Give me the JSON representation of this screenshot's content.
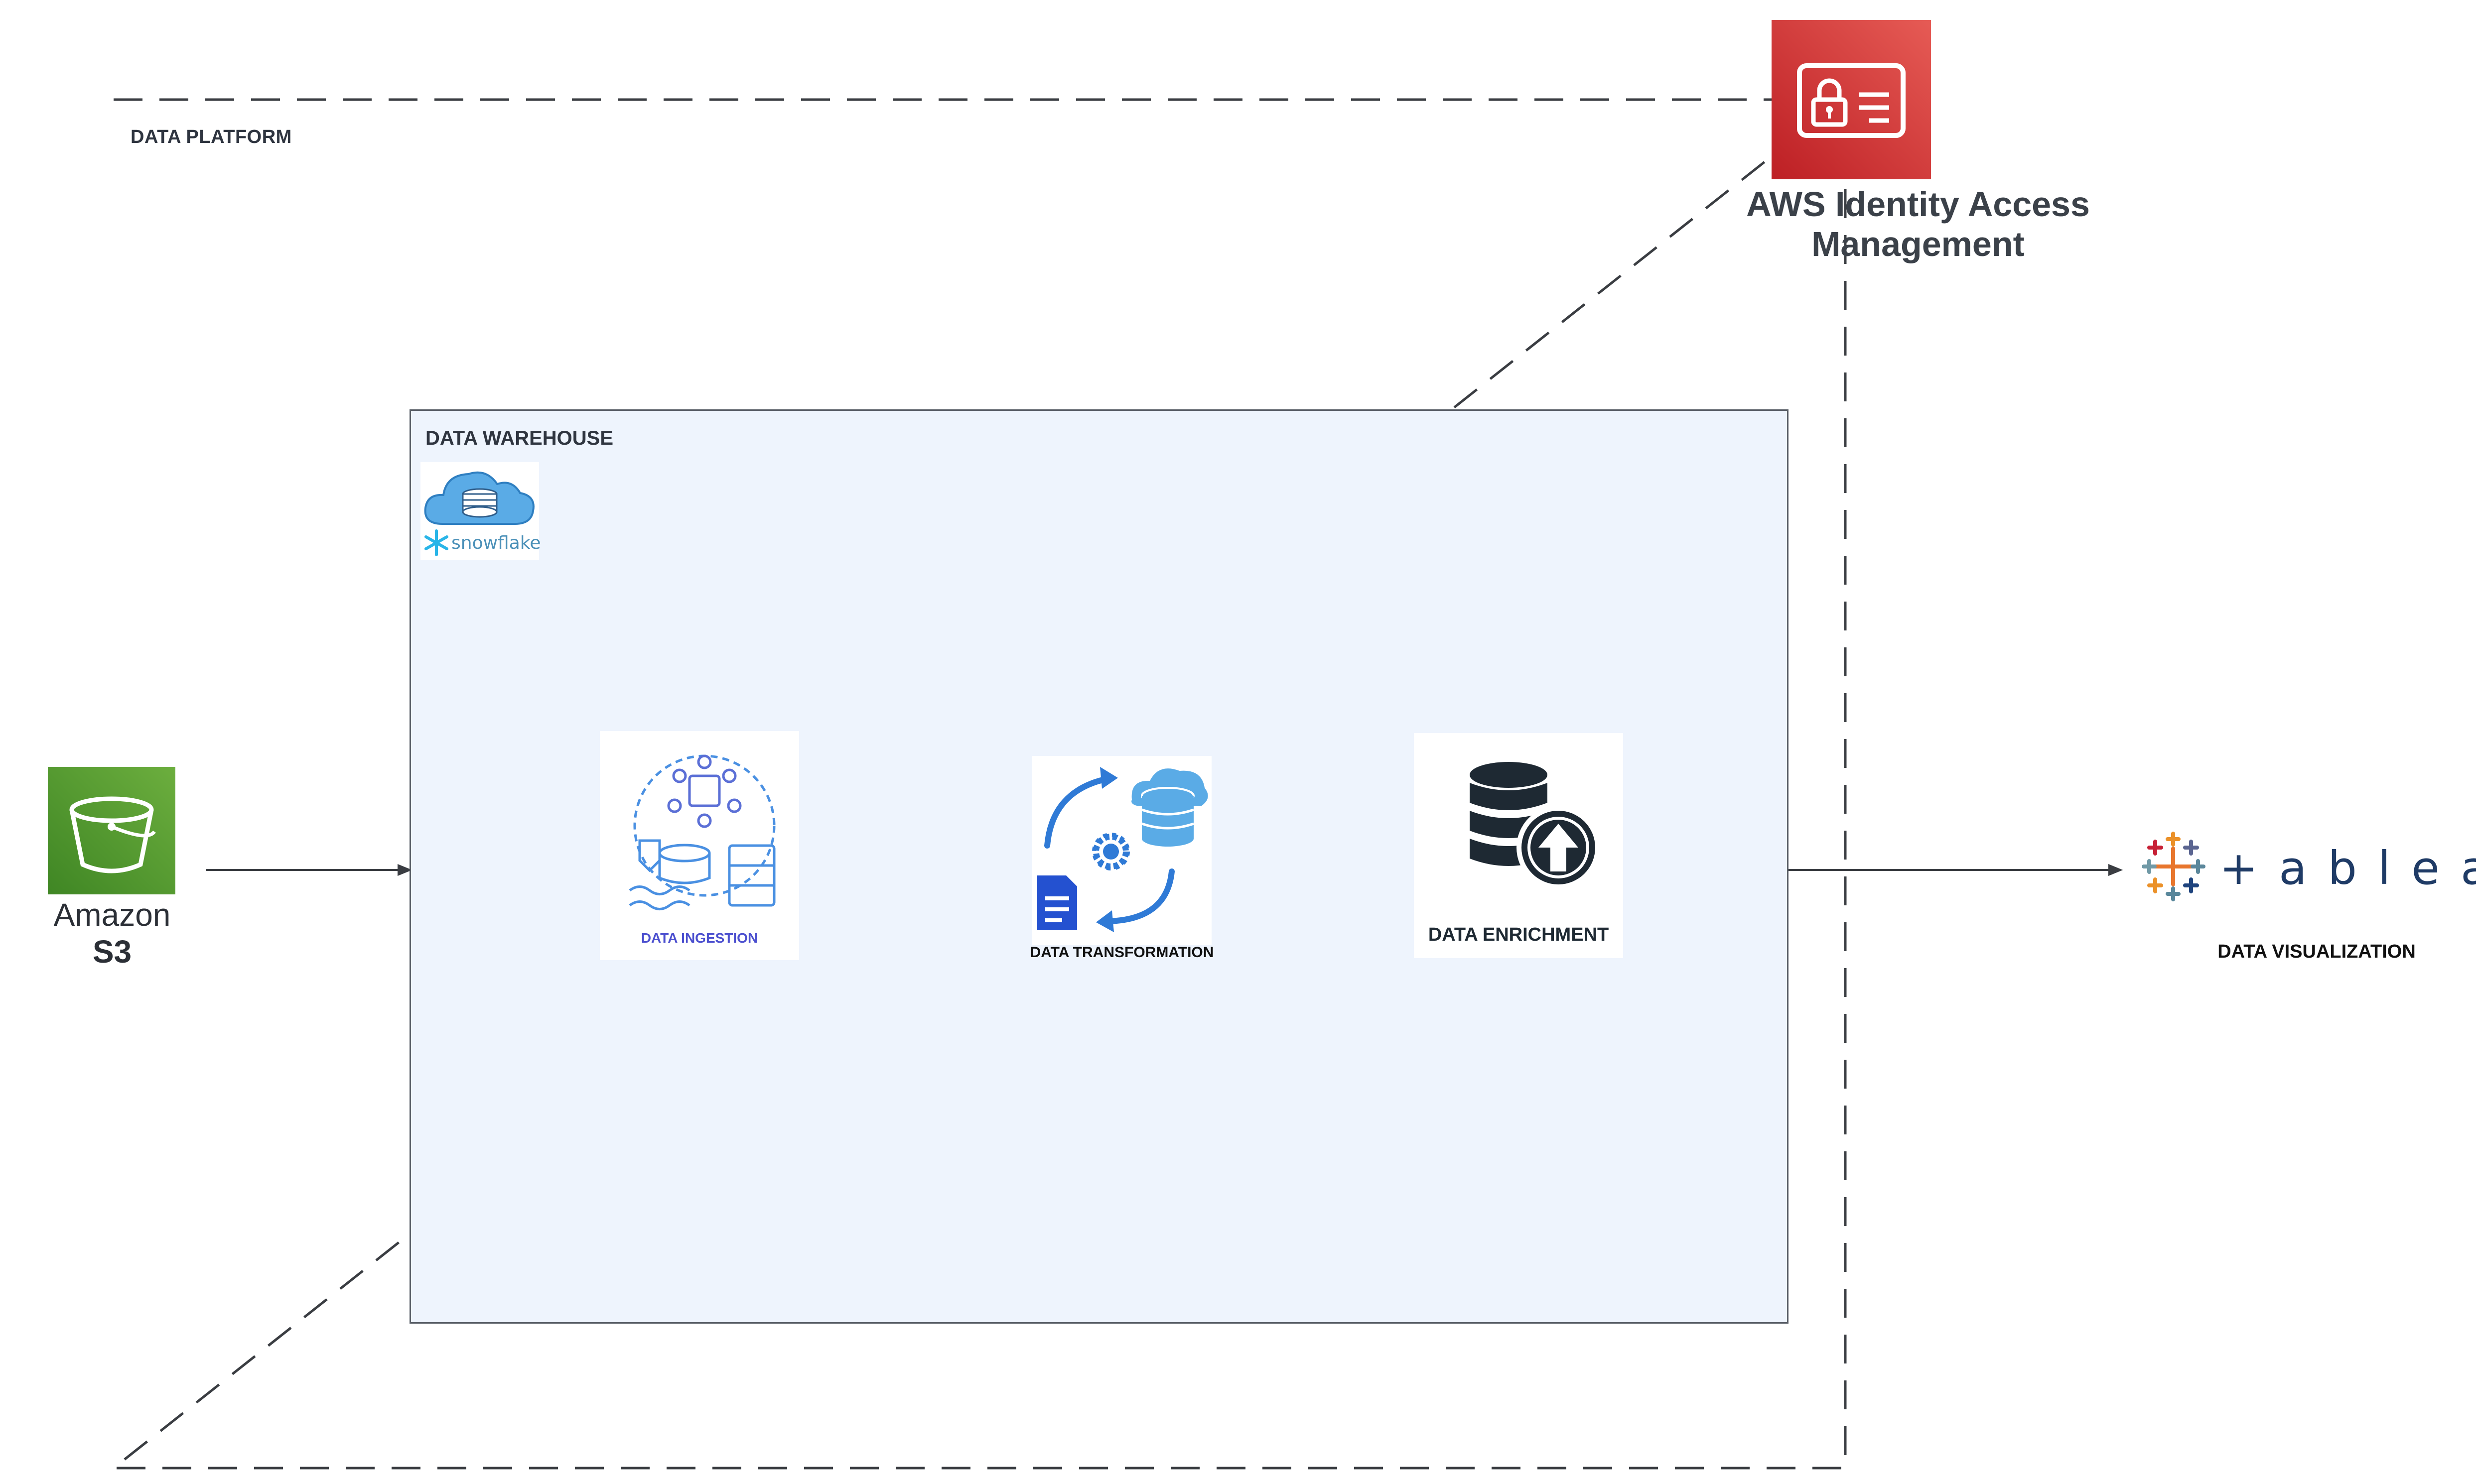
{
  "platform": {
    "label": "DATA PLATFORM"
  },
  "warehouse": {
    "label": "DATA WAREHOUSE",
    "logo_text": "snowflake"
  },
  "iam": {
    "title_line1": "AWS Identity Access",
    "title_line2": "Management",
    "color": "#d93a3a"
  },
  "source": {
    "line1": "Amazon",
    "line2": "S3",
    "color": "#5a9a3c"
  },
  "steps": {
    "ingestion": {
      "label": "DATA INGESTION"
    },
    "transformation": {
      "label": "DATA TRANSFORMATION"
    },
    "enrichment": {
      "label": "DATA ENRICHMENT"
    }
  },
  "visualization": {
    "logo_text": "+ableau",
    "label": "DATA VISUALIZATION"
  },
  "icons": {
    "iam": "id-card-lock-icon",
    "s3": "bucket-icon",
    "snowflake": "cloud-database-icon",
    "ingestion": "data-ingestion-icon",
    "transformation": "data-transformation-icon",
    "enrichment": "database-upload-icon",
    "tableau": "tableau-crosses-icon"
  }
}
